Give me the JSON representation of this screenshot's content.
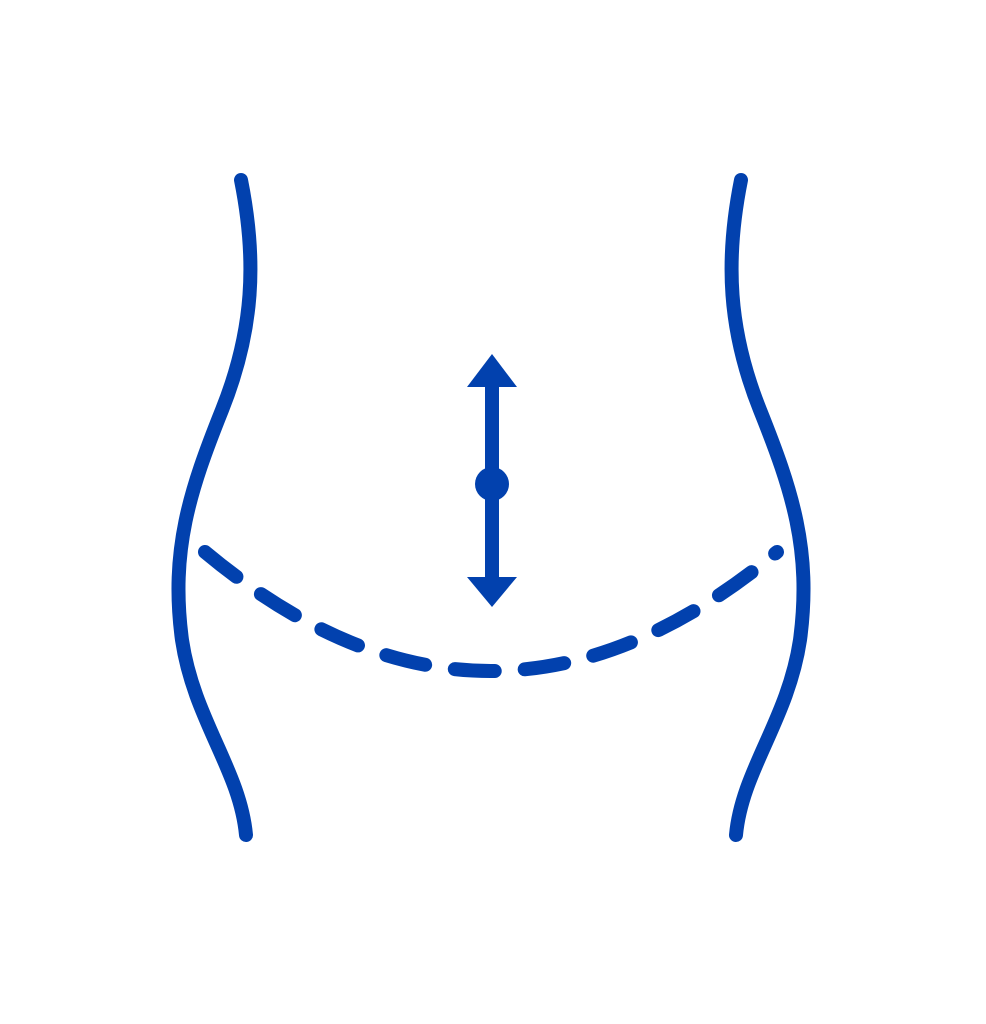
{
  "icon": {
    "name": "tummy-tuck-icon",
    "color": "#0241AE",
    "background": "#FFFFFF",
    "parts": [
      "waist-outline-left",
      "waist-outline-right",
      "incision-line-dashed",
      "vertical-double-arrow",
      "navel-dot"
    ]
  }
}
